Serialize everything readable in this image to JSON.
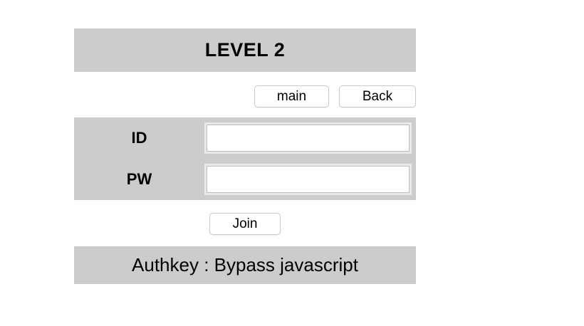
{
  "page": {
    "title": "LEVEL 2"
  },
  "nav": {
    "main_label": "main",
    "back_label": "Back"
  },
  "form": {
    "id": {
      "label": "ID",
      "value": "",
      "placeholder": ""
    },
    "pw": {
      "label": "PW",
      "value": "",
      "placeholder": ""
    },
    "submit_label": "Join"
  },
  "footer": {
    "authkey_text": "Authkey : Bypass javascript"
  },
  "colors": {
    "panel_gray": "#cccccc",
    "page_background": "#ffffff",
    "text": "#000000",
    "button_border": "#c9c9c9",
    "input_border": "#e8e8e8"
  }
}
